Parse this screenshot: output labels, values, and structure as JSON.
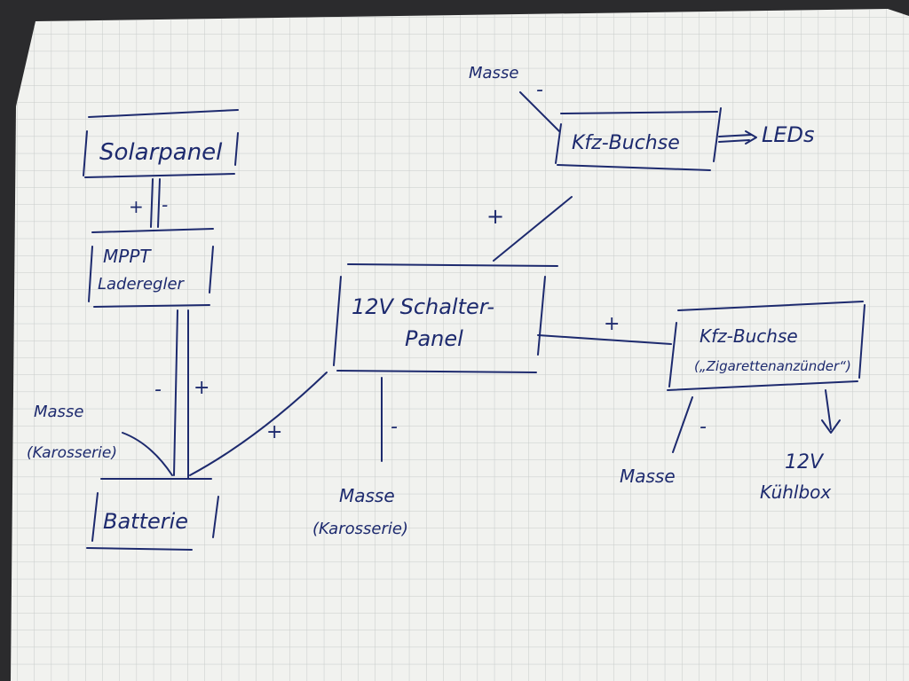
{
  "colors": {
    "ink": "#1d2a6e",
    "paper": "#f1f2ef",
    "grid": "#c7cbc9",
    "desk": "#2b2b2d"
  },
  "nodes": {
    "solarpanel": "Solarpanel",
    "mppt_line1": "MPPT",
    "mppt_line2": "Laderegler",
    "batterie": "Batterie",
    "schalter_line1": "12V Schalter-",
    "schalter_line2": "Panel",
    "kfz_top": "Kfz-Buchse",
    "kfz_right_line1": "Kfz-Buchse",
    "kfz_right_line2": "(„Zigarettenanzünder“)",
    "leds": "LEDs",
    "kuehlbox_line1": "12V",
    "kuehlbox_line2": "Kühlbox"
  },
  "labels": {
    "masse_top": "Masse",
    "masse_left_line1": "Masse",
    "masse_left_line2": "(Karosserie)",
    "masse_mid_line1": "Masse",
    "masse_mid_line2": "(Karosserie)",
    "masse_right": "Masse"
  },
  "polarity": {
    "plus": "+",
    "minus": "-"
  }
}
